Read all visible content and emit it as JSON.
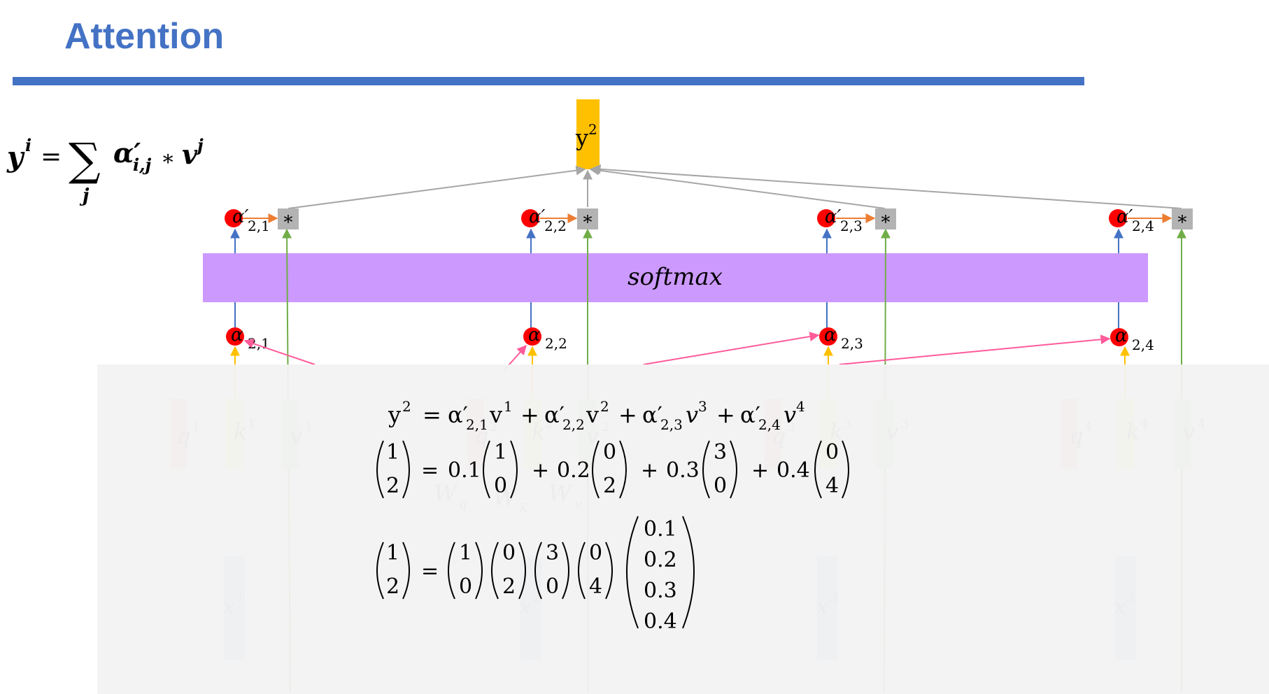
{
  "slide": {
    "title": "Attention"
  },
  "formula": {
    "lhs": "y",
    "lhs_sup": "i",
    "equals": "=",
    "sum": "∑",
    "sum_index": "j",
    "alpha": "α′",
    "alpha_sub": "i,j",
    "times": "∗",
    "v": "v",
    "v_sup": "j"
  },
  "diagram": {
    "output": {
      "label": "y",
      "sup": "2"
    },
    "softmax_label": "softmax",
    "multiply_symbol": "∗",
    "columns": [
      {
        "alpha_prime": "α′",
        "alpha_prime_sub": "2,1",
        "alpha": "α",
        "alpha_sub": "2,1",
        "q": "q",
        "k": "k",
        "v": "v",
        "sup": "1",
        "x": "x"
      },
      {
        "alpha_prime": "α′",
        "alpha_prime_sub": "2,2",
        "alpha": "α",
        "alpha_sub": "2,2",
        "q": "q",
        "k": "k",
        "v": "v",
        "sup": "2",
        "x": "x"
      },
      {
        "alpha_prime": "α′",
        "alpha_prime_sub": "2,3",
        "alpha": "α",
        "alpha_sub": "2,3",
        "q": "q",
        "k": "k",
        "v": "v",
        "sup": "3",
        "x": "x"
      },
      {
        "alpha_prime": "α′",
        "alpha_prime_sub": "2,4",
        "alpha": "α",
        "alpha_sub": "2,4",
        "q": "q",
        "k": "k",
        "v": "v",
        "sup": "4",
        "x": "x"
      }
    ],
    "weights": {
      "wq": "W",
      "wq_sub": "q",
      "wk": "W",
      "wk_sub": "K",
      "wv": "W",
      "wv_sub": "v"
    }
  },
  "overlay": {
    "eq1": {
      "lhs": "y",
      "lhs_sup": "2",
      "equals": "=",
      "terms": [
        {
          "a": "α′",
          "sub": "2,1",
          "v": "v",
          "sup": "1"
        },
        {
          "a": "α′",
          "sub": "2,2",
          "v": "v",
          "sup": "2"
        },
        {
          "a": "α′",
          "sub": "2,3",
          "v": "v",
          "sup": "3"
        },
        {
          "a": "α′",
          "sub": "2,4",
          "v": "v",
          "sup": "4"
        }
      ],
      "plus": "+"
    },
    "eq2": {
      "lhs": [
        "1",
        "2"
      ],
      "equals": "=",
      "plus": "+",
      "coefs": [
        "0.1",
        "0.2",
        "0.3",
        "0.4"
      ],
      "vectors": [
        [
          "1",
          "0"
        ],
        [
          "0",
          "2"
        ],
        [
          "3",
          "0"
        ],
        [
          "0",
          "4"
        ]
      ]
    },
    "eq3": {
      "lhs": [
        "1",
        "2"
      ],
      "equals": "=",
      "vectors": [
        [
          "1",
          "0"
        ],
        [
          "0",
          "2"
        ],
        [
          "3",
          "0"
        ],
        [
          "0",
          "4"
        ]
      ],
      "weights": [
        "0.1",
        "0.2",
        "0.3",
        "0.4"
      ]
    }
  },
  "colors": {
    "title": "#4472c4",
    "output_box": "#ffc000",
    "softmax_bar": "#cc99ff",
    "alpha_dot": "#ff0000",
    "multiply_box": "#b3b3b3",
    "arrow_blue": "#4472c4",
    "arrow_green": "#70ad47",
    "arrow_orange": "#ed7d31",
    "arrow_pink": "#ff5b9a",
    "arrow_gray": "#a6a6a6",
    "arrow_yellow": "#ffc000",
    "q_box": "#f4b8b8",
    "k_box": "#ffff99",
    "v_box": "#c5e0b4",
    "x_box": "#b4c7e7"
  }
}
